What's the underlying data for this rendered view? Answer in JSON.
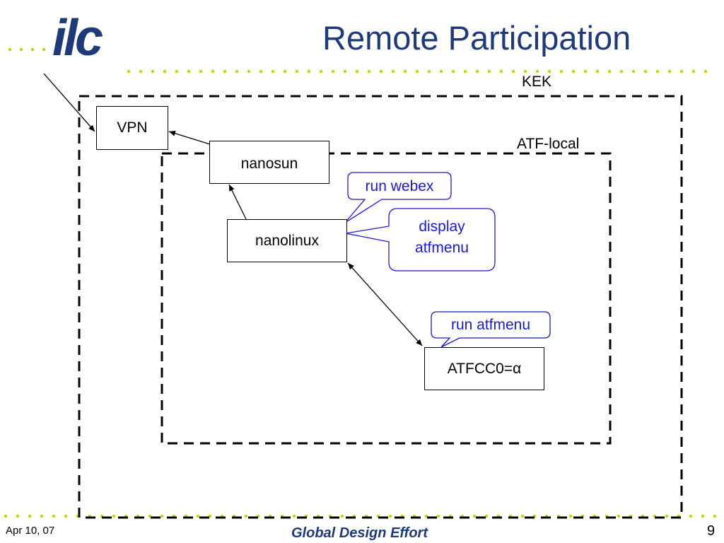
{
  "colors": {
    "brand_blue": "#1f3a78",
    "dot_yellow": "#c8d21e",
    "callout_blue": "#1a1acc",
    "line": "#000000"
  },
  "header": {
    "logo_text": "ilc",
    "title": "Remote Participation"
  },
  "diagram": {
    "region_kek_label": "KEK",
    "region_atf_label": "ATF-local",
    "nodes": {
      "vpn": "VPN",
      "nanosun": "nanosun",
      "nanolinux": "nanolinux",
      "atfcc0": "ATFCC0=α"
    },
    "callouts": {
      "run_webex": "run webex",
      "display_atfmenu_line1": "display",
      "display_atfmenu_line2": "atfmenu",
      "run_atfmenu": "run atfmenu"
    }
  },
  "footer": {
    "date": "Apr 10, 07",
    "organization": "Global Design Effort",
    "page_number": "9"
  }
}
